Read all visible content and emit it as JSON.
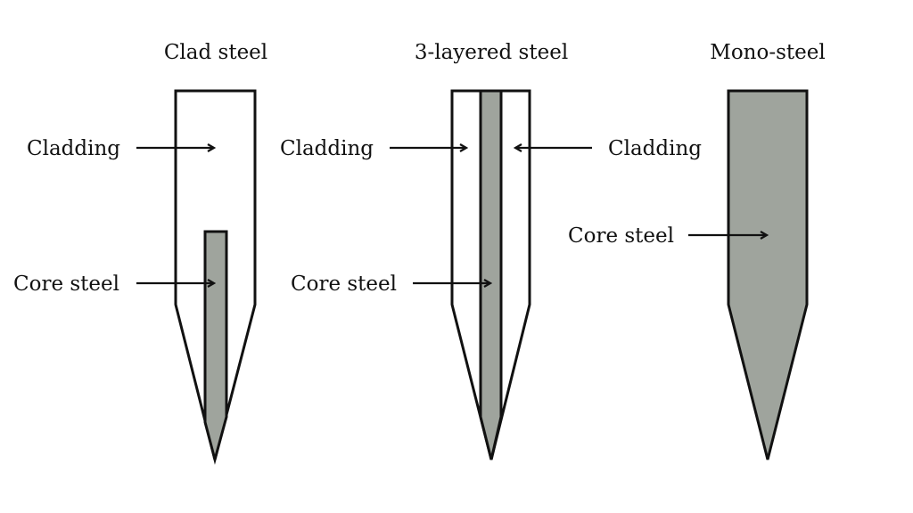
{
  "colors": {
    "core": "#9fa49d",
    "cladding": "#ffffff",
    "outline": "#111111"
  },
  "diagrams": [
    {
      "title": "Clad steel",
      "labels": {
        "cladding": "Cladding",
        "core": "Core steel"
      }
    },
    {
      "title": "3-layered steel",
      "labels": {
        "cladding_left": "Cladding",
        "cladding_right": "Cladding",
        "core": "Core steel"
      }
    },
    {
      "title": "Mono-steel",
      "labels": {
        "core": "Core steel"
      }
    }
  ]
}
